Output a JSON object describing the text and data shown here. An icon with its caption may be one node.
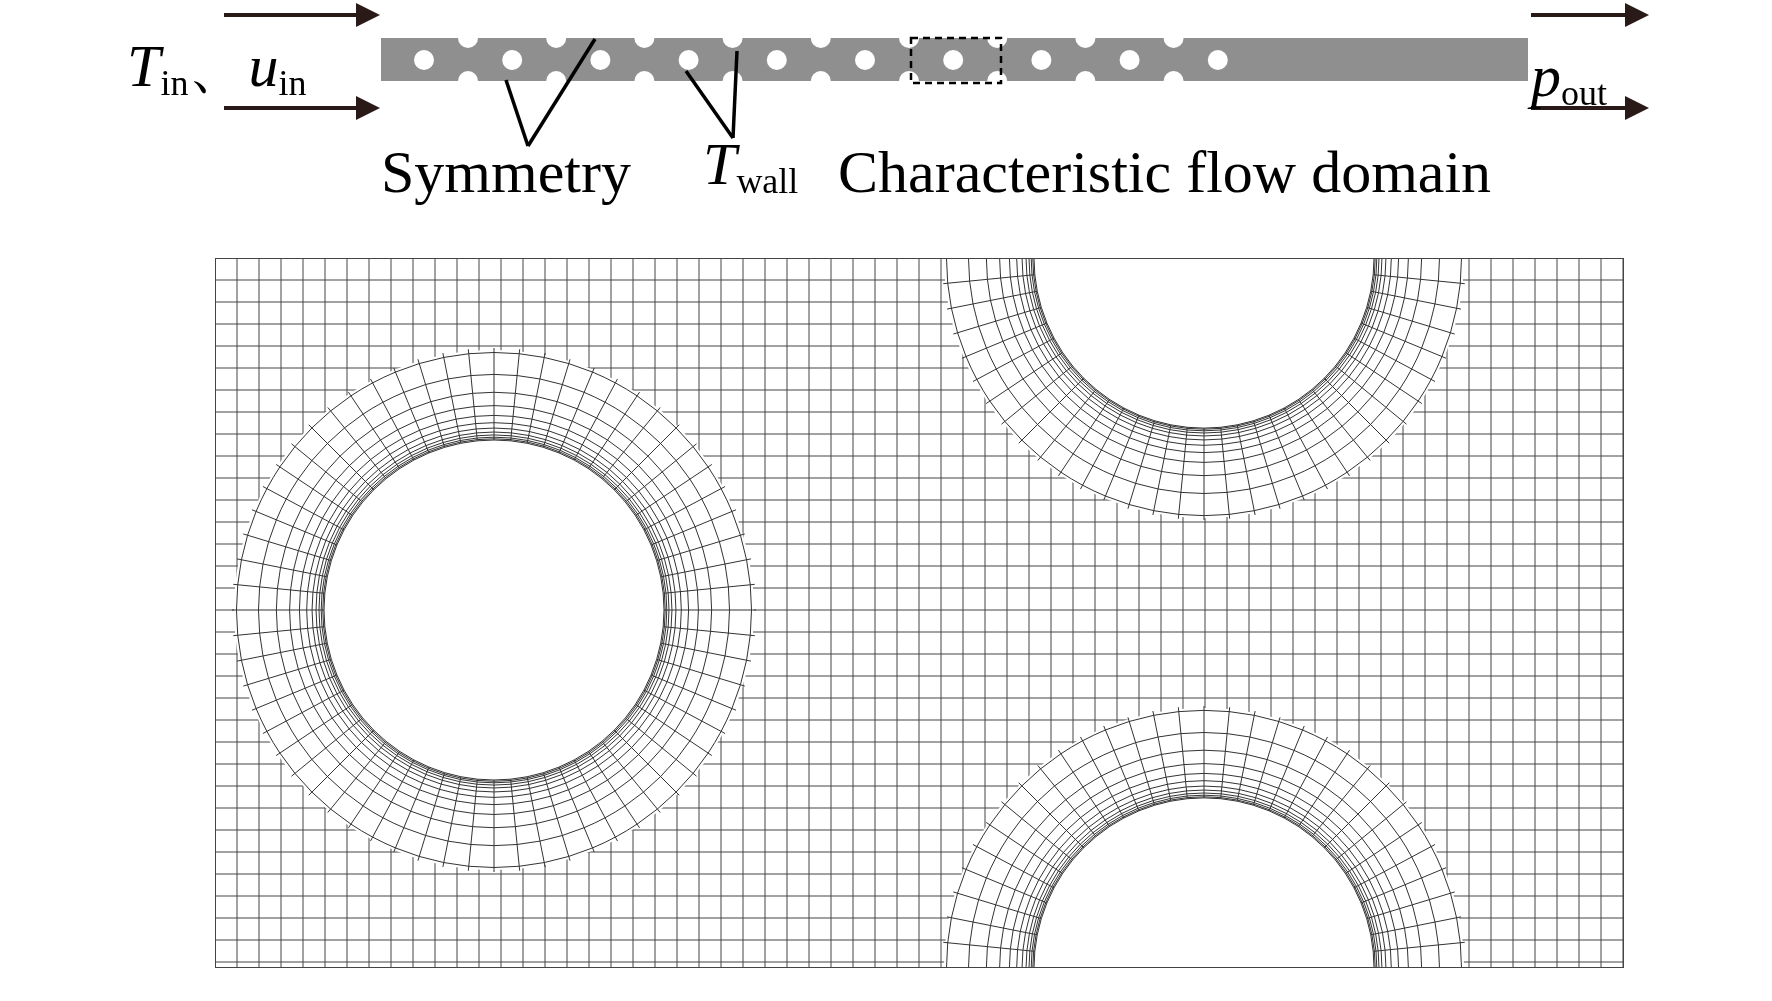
{
  "diagram": {
    "nodes": [
      {
        "text": [
          "Symmetry"
        ]
      },
      {
        "text": [
          "*T*$_{wall}$"
        ]
      }
    ],
    "edges": [
      {
        "from": 0,
        "to": null,
        "arrow": "none"
      },
      {
        "from": 0,
        "to": null,
        "arrow": "none"
      },
      {
        "from": 1,
        "to": null,
        "arrow": "none"
      },
      {
        "from": 1,
        "to": null,
        "arrow": "none"
      }
    ],
    "labels": [
      "*T*$_{in}$、*u*$_{in}$",
      "*p*$_{out}$",
      "Characteristic flow domain"
    ]
  }
}
